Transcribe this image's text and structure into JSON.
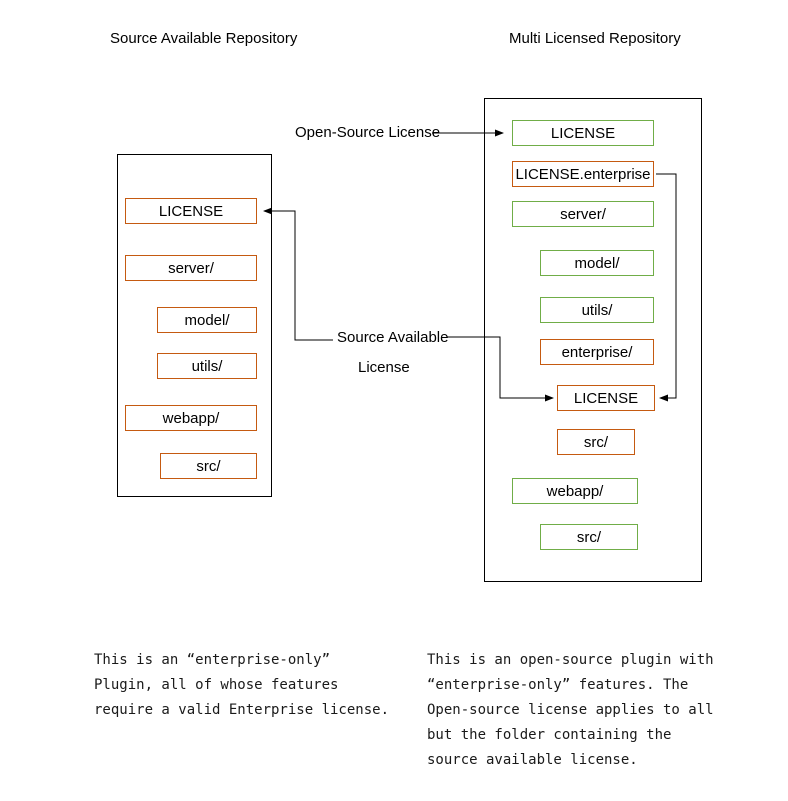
{
  "colors": {
    "orange": "#C55A11",
    "green": "#70AD47",
    "line": "#000000"
  },
  "annotations": {
    "open_source_license": "Open-Source License",
    "source_available_line1": "Source Available",
    "source_available_line2": "License"
  },
  "repos": {
    "left": {
      "title": "Source Available Repository",
      "items": [
        {
          "label": "LICENSE",
          "color": "orange"
        },
        {
          "label": "server/",
          "color": "orange"
        },
        {
          "label": "model/",
          "color": "orange"
        },
        {
          "label": "utils/",
          "color": "orange"
        },
        {
          "label": "webapp/",
          "color": "orange"
        },
        {
          "label": "src/",
          "color": "orange"
        }
      ]
    },
    "right": {
      "title": "Multi Licensed Repository",
      "items": [
        {
          "label": "LICENSE",
          "color": "green"
        },
        {
          "label": "LICENSE.enterprise",
          "color": "orange"
        },
        {
          "label": "server/",
          "color": "green"
        },
        {
          "label": "model/",
          "color": "green"
        },
        {
          "label": "utils/",
          "color": "green"
        },
        {
          "label": "enterprise/",
          "color": "orange"
        },
        {
          "label": "LICENSE",
          "color": "orange"
        },
        {
          "label": "src/",
          "color": "orange"
        },
        {
          "label": "webapp/",
          "color": "green"
        },
        {
          "label": "src/",
          "color": "green"
        }
      ]
    }
  },
  "captions": {
    "left": [
      "This is an “enterprise-only”",
      "Plugin, all of whose features",
      "require a valid Enterprise license."
    ],
    "right": [
      "This is an open-source plugin with",
      "“enterprise-only” features. The",
      "Open-source license applies to all",
      "but the folder containing the",
      "source available license."
    ]
  }
}
